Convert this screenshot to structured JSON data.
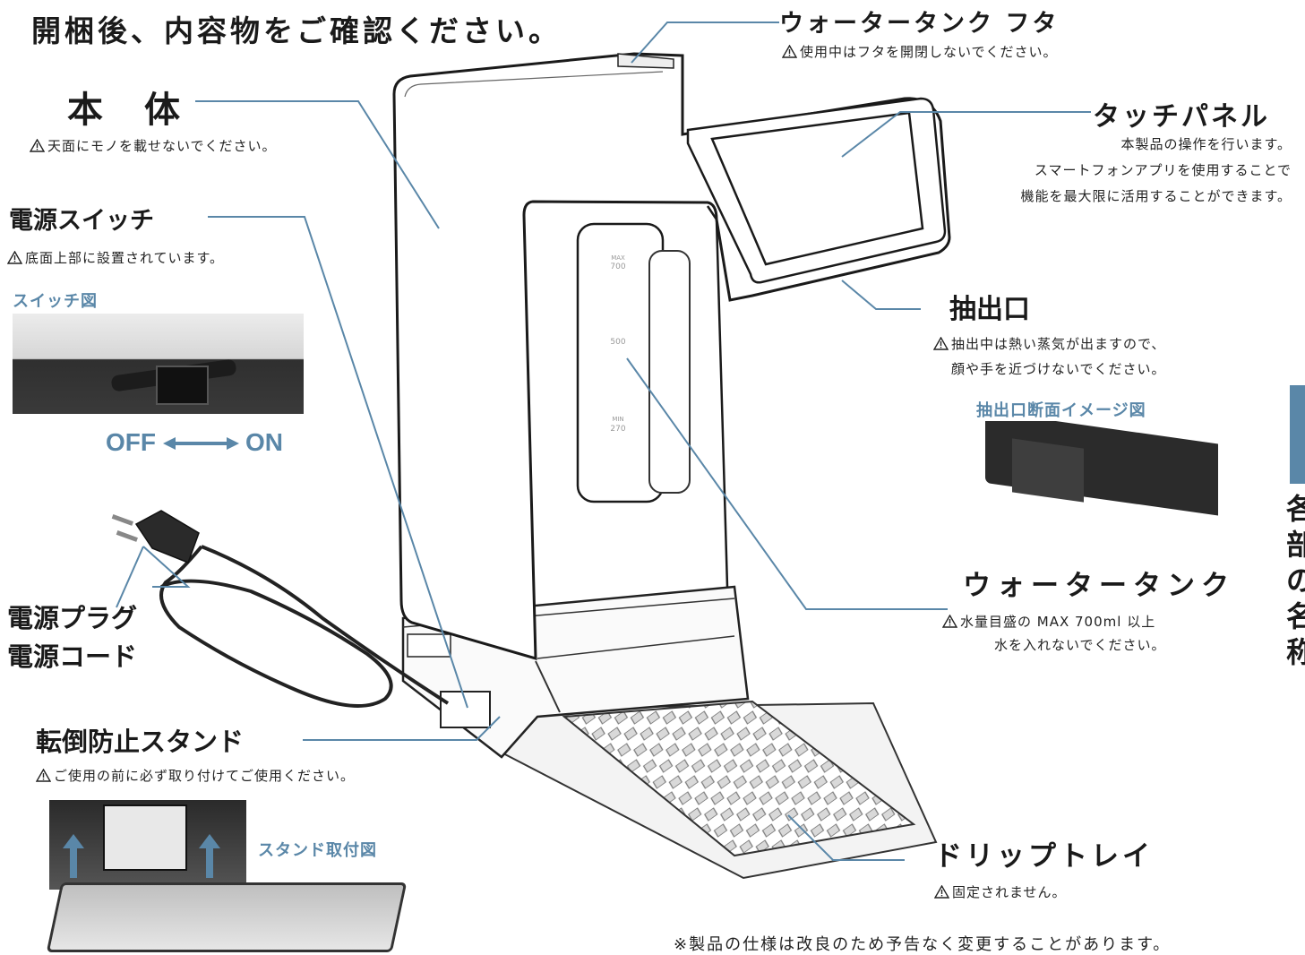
{
  "title": "開梱後、内容物をご確認ください。",
  "labels": {
    "lid": "ウォータータンク フタ",
    "lid_note": "使用中はフタを開閉しないでください。",
    "body": "本　体",
    "body_note": "天面にモノを載せないでください。",
    "touch_panel": "タッチパネル",
    "touch_note_1": "本製品の操作を行います。",
    "touch_note_2": "スマートフォンアプリを使用することで",
    "touch_note_3": "機能を最大限に活用することができます。",
    "power_switch": "電源スイッチ",
    "power_switch_note": "底面上部に設置されています。",
    "switch_diagram": "スイッチ図",
    "off": "OFF",
    "on": "ON",
    "outlet": "抽出口",
    "outlet_note_1": "抽出中は熱い蒸気が出ますので、",
    "outlet_note_2": "顔や手を近づけないでください。",
    "outlet_diagram": "抽出口断面イメージ図",
    "water_tank": "ウォータータンク",
    "water_tank_note_1": "水量目盛の MAX 700ml 以上",
    "water_tank_note_2": "水を入れないでください。",
    "plug": "電源プラグ",
    "cord": "電源コード",
    "stand": "転倒防止スタンド",
    "stand_note": "ご使用の前に必ず取り付けてご使用ください。",
    "stand_diagram": "スタンド取付図",
    "drip_tray": "ドリップトレイ",
    "drip_tray_note": "固定されません。",
    "footnote": "※製品の仕様は改良のため予告なく変更することがあります。",
    "side_tab": "各部の名称"
  },
  "scale_marks": {
    "max": "MAX",
    "max_value": "700",
    "mid_value": "500",
    "min": "MIN",
    "min_value": "270"
  },
  "colors": {
    "accent": "#5a87a8",
    "leader": "#5a87a8",
    "text": "#1a1a1a"
  },
  "icons": [
    "warning-icon",
    "double-arrow-icon"
  ]
}
